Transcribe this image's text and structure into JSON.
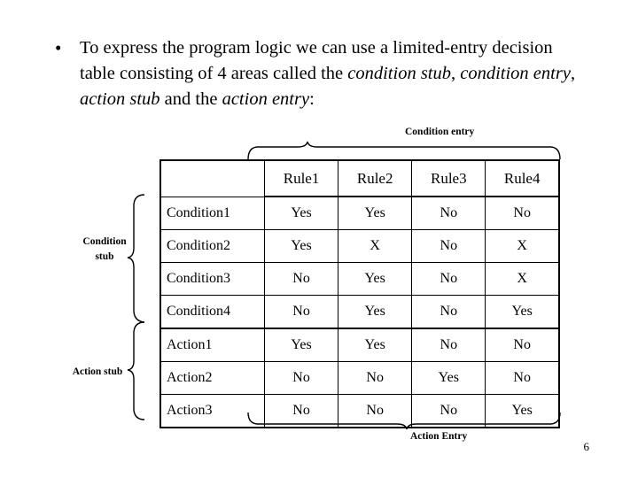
{
  "slide": {
    "number": "6",
    "background_color": "#ffffff",
    "text_color": "#000000"
  },
  "bullet": {
    "marker": "•",
    "segments": [
      {
        "text": "To express the program logic we can use a limited-entry decision table consisting of 4 areas called the ",
        "italic": false
      },
      {
        "text": "condition stub",
        "italic": true
      },
      {
        "text": ", ",
        "italic": false
      },
      {
        "text": "condition entry",
        "italic": true
      },
      {
        "text": ", ",
        "italic": false
      },
      {
        "text": "action stub",
        "italic": true
      },
      {
        "text": " and the ",
        "italic": false
      },
      {
        "text": "action entry",
        "italic": true
      },
      {
        "text": ":",
        "italic": false
      }
    ],
    "plain_text": "To express the program logic we can use a limited-entry decision table consisting of 4 areas called the condition stub, condition entry, action stub and the action entry:"
  },
  "annotations": {
    "condition_entry": "Condition entry",
    "action_entry": "Action Entry",
    "condition_stub_line1": "Condition",
    "condition_stub_line2": "stub",
    "action_stub": "Action stub"
  },
  "table": {
    "corner_label": "",
    "columns": [
      "Rule1",
      "Rule2",
      "Rule3",
      "Rule4"
    ],
    "condition_rows": [
      {
        "label": "Condition1",
        "values": [
          "Yes",
          "Yes",
          "No",
          "No"
        ]
      },
      {
        "label": "Condition2",
        "values": [
          "Yes",
          "X",
          "No",
          "X"
        ]
      },
      {
        "label": "Condition3",
        "values": [
          "No",
          "Yes",
          "No",
          "X"
        ]
      },
      {
        "label": "Condition4",
        "values": [
          "No",
          "Yes",
          "No",
          "Yes"
        ]
      }
    ],
    "action_rows": [
      {
        "label": "Action1",
        "values": [
          "Yes",
          "Yes",
          "No",
          "No"
        ]
      },
      {
        "label": "Action2",
        "values": [
          "No",
          "No",
          "Yes",
          "No"
        ]
      },
      {
        "label": "Action3",
        "values": [
          "No",
          "No",
          "No",
          "Yes"
        ]
      }
    ]
  }
}
